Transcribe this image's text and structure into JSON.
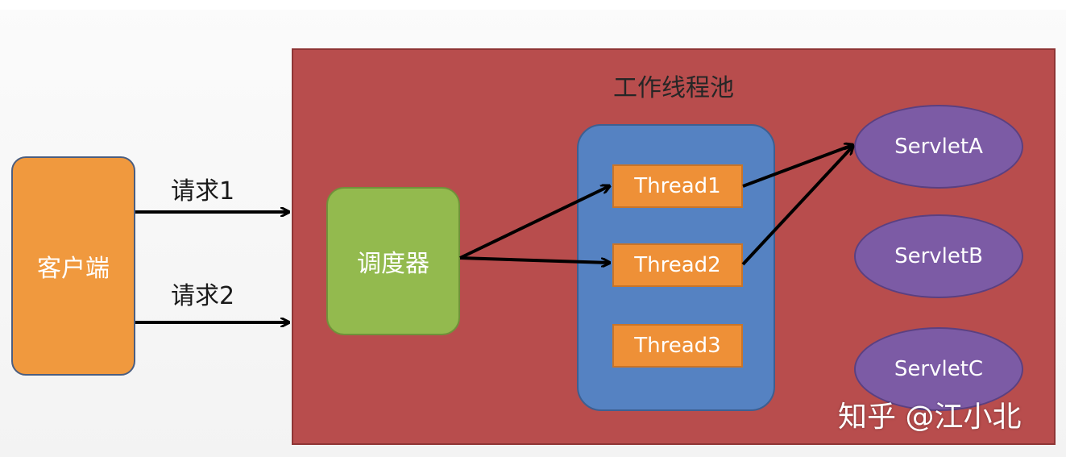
{
  "pool": {
    "title": "工作线程池"
  },
  "client": {
    "label": "客户端"
  },
  "requests": [
    {
      "label": "请求1"
    },
    {
      "label": "请求2"
    }
  ],
  "scheduler": {
    "label": "调度器"
  },
  "threads": [
    {
      "label": "Thread1"
    },
    {
      "label": "Thread2"
    },
    {
      "label": "Thread3"
    }
  ],
  "servlets": [
    {
      "label": "ServletA"
    },
    {
      "label": "ServletB"
    },
    {
      "label": "ServletC"
    }
  ],
  "watermark": "知乎 @江小北",
  "colors": {
    "pool_bg": "#b84d4d",
    "client_bg": "#f0993e",
    "scheduler_bg": "#93ba4e",
    "threadbox_bg": "#5582c2",
    "thread_bg": "#ee9037",
    "servlet_bg": "#7c5ba5"
  }
}
